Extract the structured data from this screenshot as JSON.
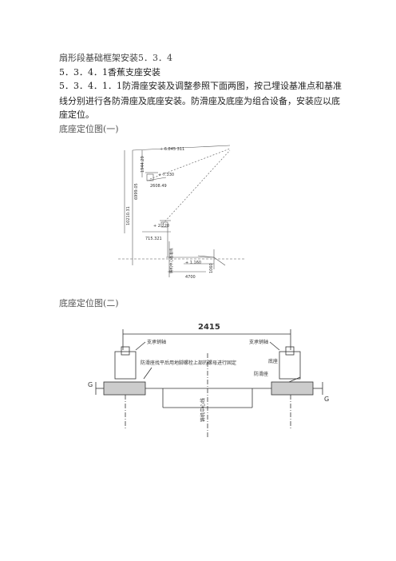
{
  "text": {
    "line1": "扇形段基础框架安装5．3．4",
    "line2": "5．3．4．1香蕉支座安装",
    "line3": "5．3．4．1．1防滑座安装及调整参照下面两图，按己埋设基准点和基准",
    "line4": "线分别进行各防滑座及底座安装。防滑座及底座为组合设备，安装应以底",
    "line5": "座定位。",
    "caption1": "底座定位图(一)",
    "caption2": "底座定位图(二)"
  },
  "figure1": {
    "labels": {
      "top_elev": "+ 6.845 311",
      "dim_1944": "1944.29",
      "elev_7330": "+ 7.330",
      "dim_2608": "2608.49",
      "dim_6999": "6999.05",
      "dim_10210": "10210.31",
      "elev_2220": "+ 2.220",
      "dim_715": "715.321",
      "elev_1160": "+ 1.160",
      "dim_1060": "1060",
      "dim_4700": "4700",
      "axis_label": "铸机中心基准线"
    }
  },
  "figure2": {
    "labels": {
      "width_dim": "2415",
      "support_pin_left": "支承销轴",
      "support_pin_right": "支承销轴",
      "note": "防滑座找平后用地脚螺栓上部的螺母进行固定",
      "base": "底座",
      "anti_slip": "防滑座",
      "center_line": "铸机中心线",
      "g_left": "G",
      "g_right": "G"
    }
  }
}
